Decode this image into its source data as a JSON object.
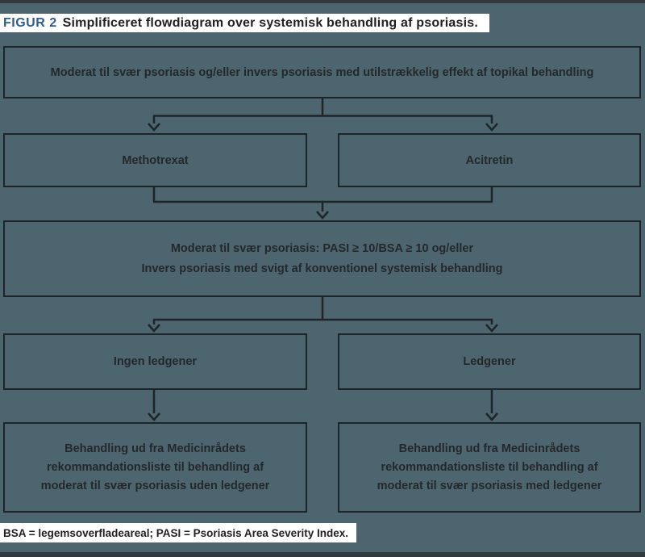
{
  "figure": {
    "label": "FIGUR 2",
    "title": "Simplificeret flowdiagram over systemisk behandling af psoriasis."
  },
  "flowchart": {
    "box_top": {
      "text": "Moderat til svær psoriasis og/eller invers psoriasis med utilstrækkelig effekt af topikal behandling"
    },
    "box_methotrexat": {
      "text": "Methotrexat"
    },
    "box_acitretin": {
      "text": "Acitretin"
    },
    "box_criteria": {
      "line1": "Moderat til svær psoriasis: PASI ≥ 10/BSA ≥ 10 og/eller",
      "line2": "Invers psoriasis med svigt af konventionel systemisk behandling"
    },
    "box_no_joint_symptoms": {
      "text": "Ingen ledgener"
    },
    "box_joint_symptoms": {
      "text": "Ledgener"
    },
    "box_treatment_without_joint": {
      "line1": "Behandling ud fra Medicinrådets",
      "line2": "rekommandationsliste til behandling af",
      "line3": "moderat til svær psoriasis uden ledgener"
    },
    "box_treatment_with_joint": {
      "line1": "Behandling ud fra Medicinrådets",
      "line2": "rekommandationsliste til behandling af",
      "line3": "moderat til svær psoriasis med ledgener"
    }
  },
  "footnote": {
    "text": "BSA = legemsoverfladeareal; PASI = Psoriasis Area Severity Index."
  },
  "colors": {
    "background": "#4D656E",
    "box_border": "#1F2428",
    "box_text": "#24282B",
    "figure_label_blue": "#2D5C99",
    "title_text": "#231F20",
    "edge_bars": "#31393F",
    "text_strip": "#FFFFFF"
  }
}
